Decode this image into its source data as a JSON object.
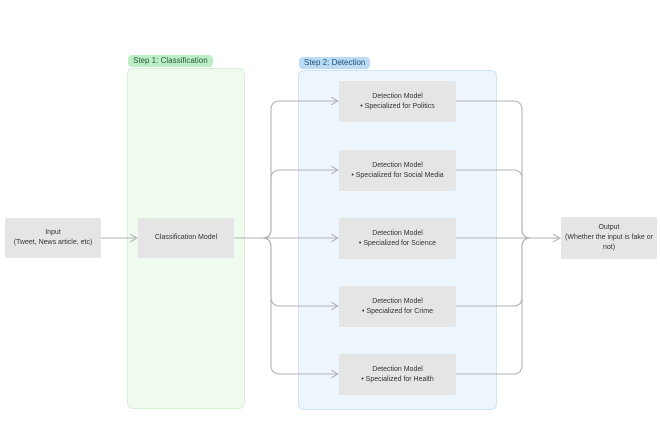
{
  "stages": {
    "classification_label": "Step 1: Classification",
    "detection_label": "Step 2: Detection"
  },
  "input": {
    "title": "Input",
    "subtitle": "(Tweet, News article, etc)"
  },
  "classifier": {
    "title": "Classification Model"
  },
  "detectors": [
    {
      "title": "Detection Model",
      "bullet": "Specialized for Politics"
    },
    {
      "title": "Detection Model",
      "bullet": "Specialized for Social Media"
    },
    {
      "title": "Detection Model",
      "bullet": "Specialized for Science"
    },
    {
      "title": "Detection Model",
      "bullet": "Specialized for Crime"
    },
    {
      "title": "Detection Model",
      "bullet": "Specialized for Health"
    }
  ],
  "output": {
    "title": "Output",
    "subtitle": "(Whether the input is fake or not)"
  },
  "colors": {
    "classification_stage": "#effbef",
    "detection_stage": "#eef6fd",
    "box": "#e5e5e5",
    "connector": "#b3b3b3"
  }
}
